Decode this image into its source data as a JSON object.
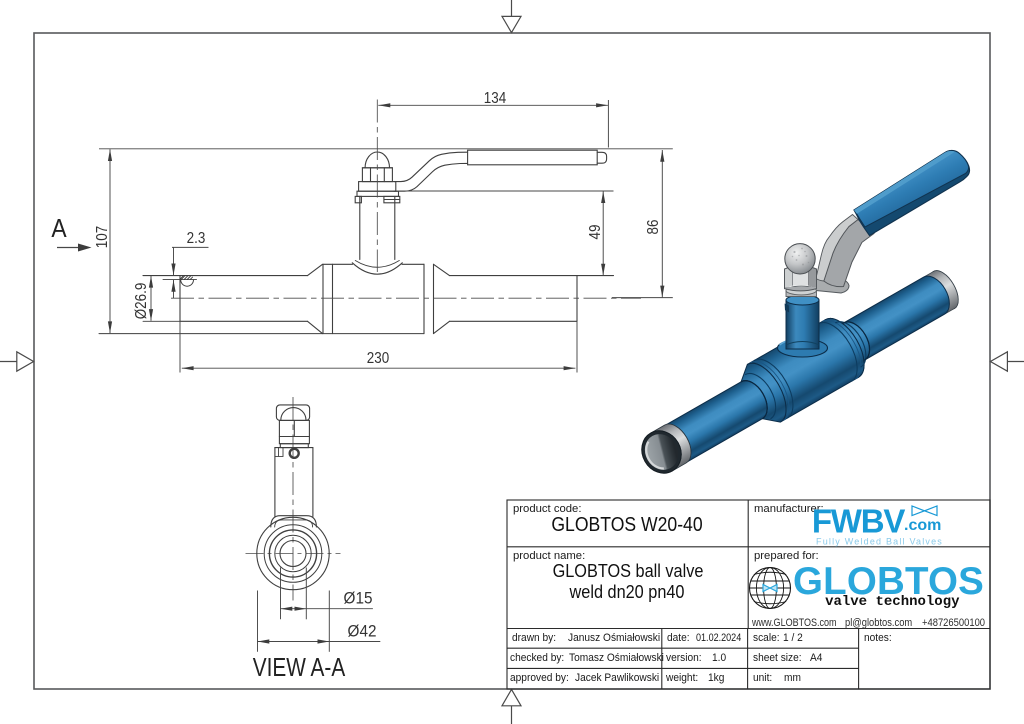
{
  "front_view": {
    "label_a": "A",
    "dims": {
      "overall_length": "230",
      "handle_length": "134",
      "overall_height": "107",
      "wall_thickness": "2.3",
      "pipe_diameter": "Ø26.9",
      "stem_height": "49",
      "handle_height": "86"
    }
  },
  "section_view": {
    "title": "VIEW A-A",
    "bore_diameter": "Ø15",
    "body_diameter": "Ø42"
  },
  "title_block": {
    "product_code_label": "product code:",
    "product_code": "GLOBTOS W20-40",
    "product_name_label": "product name:",
    "product_name_line1": "GLOBTOS ball valve",
    "product_name_line2": "weld dn20 pn40",
    "manufacturer_label": "manufacturer:",
    "manufacturer_logo": "FWBV",
    "manufacturer_logo_suffix": ".com",
    "manufacturer_tagline": "Fully Welded Ball Valves",
    "prepared_for_label": "prepared for:",
    "prepared_logo": "GLOBTOS",
    "prepared_sub": "valve technology",
    "website": "www.GLOBTOS.com",
    "email": "pl@globtos.com",
    "phone": "+48726500100",
    "drawn_label": "drawn by:",
    "drawn": "Janusz Ośmiałowski",
    "checked_label": "checked by:",
    "checked": "Tomasz Ośmiałowski",
    "approved_label": "approved by:",
    "approved": "Jacek Pawlikowski",
    "date_label": "date:",
    "date": "01.02.2024",
    "version_label": "version:",
    "version": "1.0",
    "weight_label": "weight:",
    "weight": "1kg",
    "scale_label": "scale:",
    "scale": "1 / 2",
    "sheet_label": "sheet size:",
    "sheet": "A4",
    "unit_label": "unit:",
    "unit": "mm",
    "notes_label": "notes:"
  },
  "colors": {
    "logo_blue": "#2aa7dc",
    "valve_blue": "#2274ab",
    "steel_gray": "#b9bcbe",
    "line_dark": "#3f3f3f"
  }
}
